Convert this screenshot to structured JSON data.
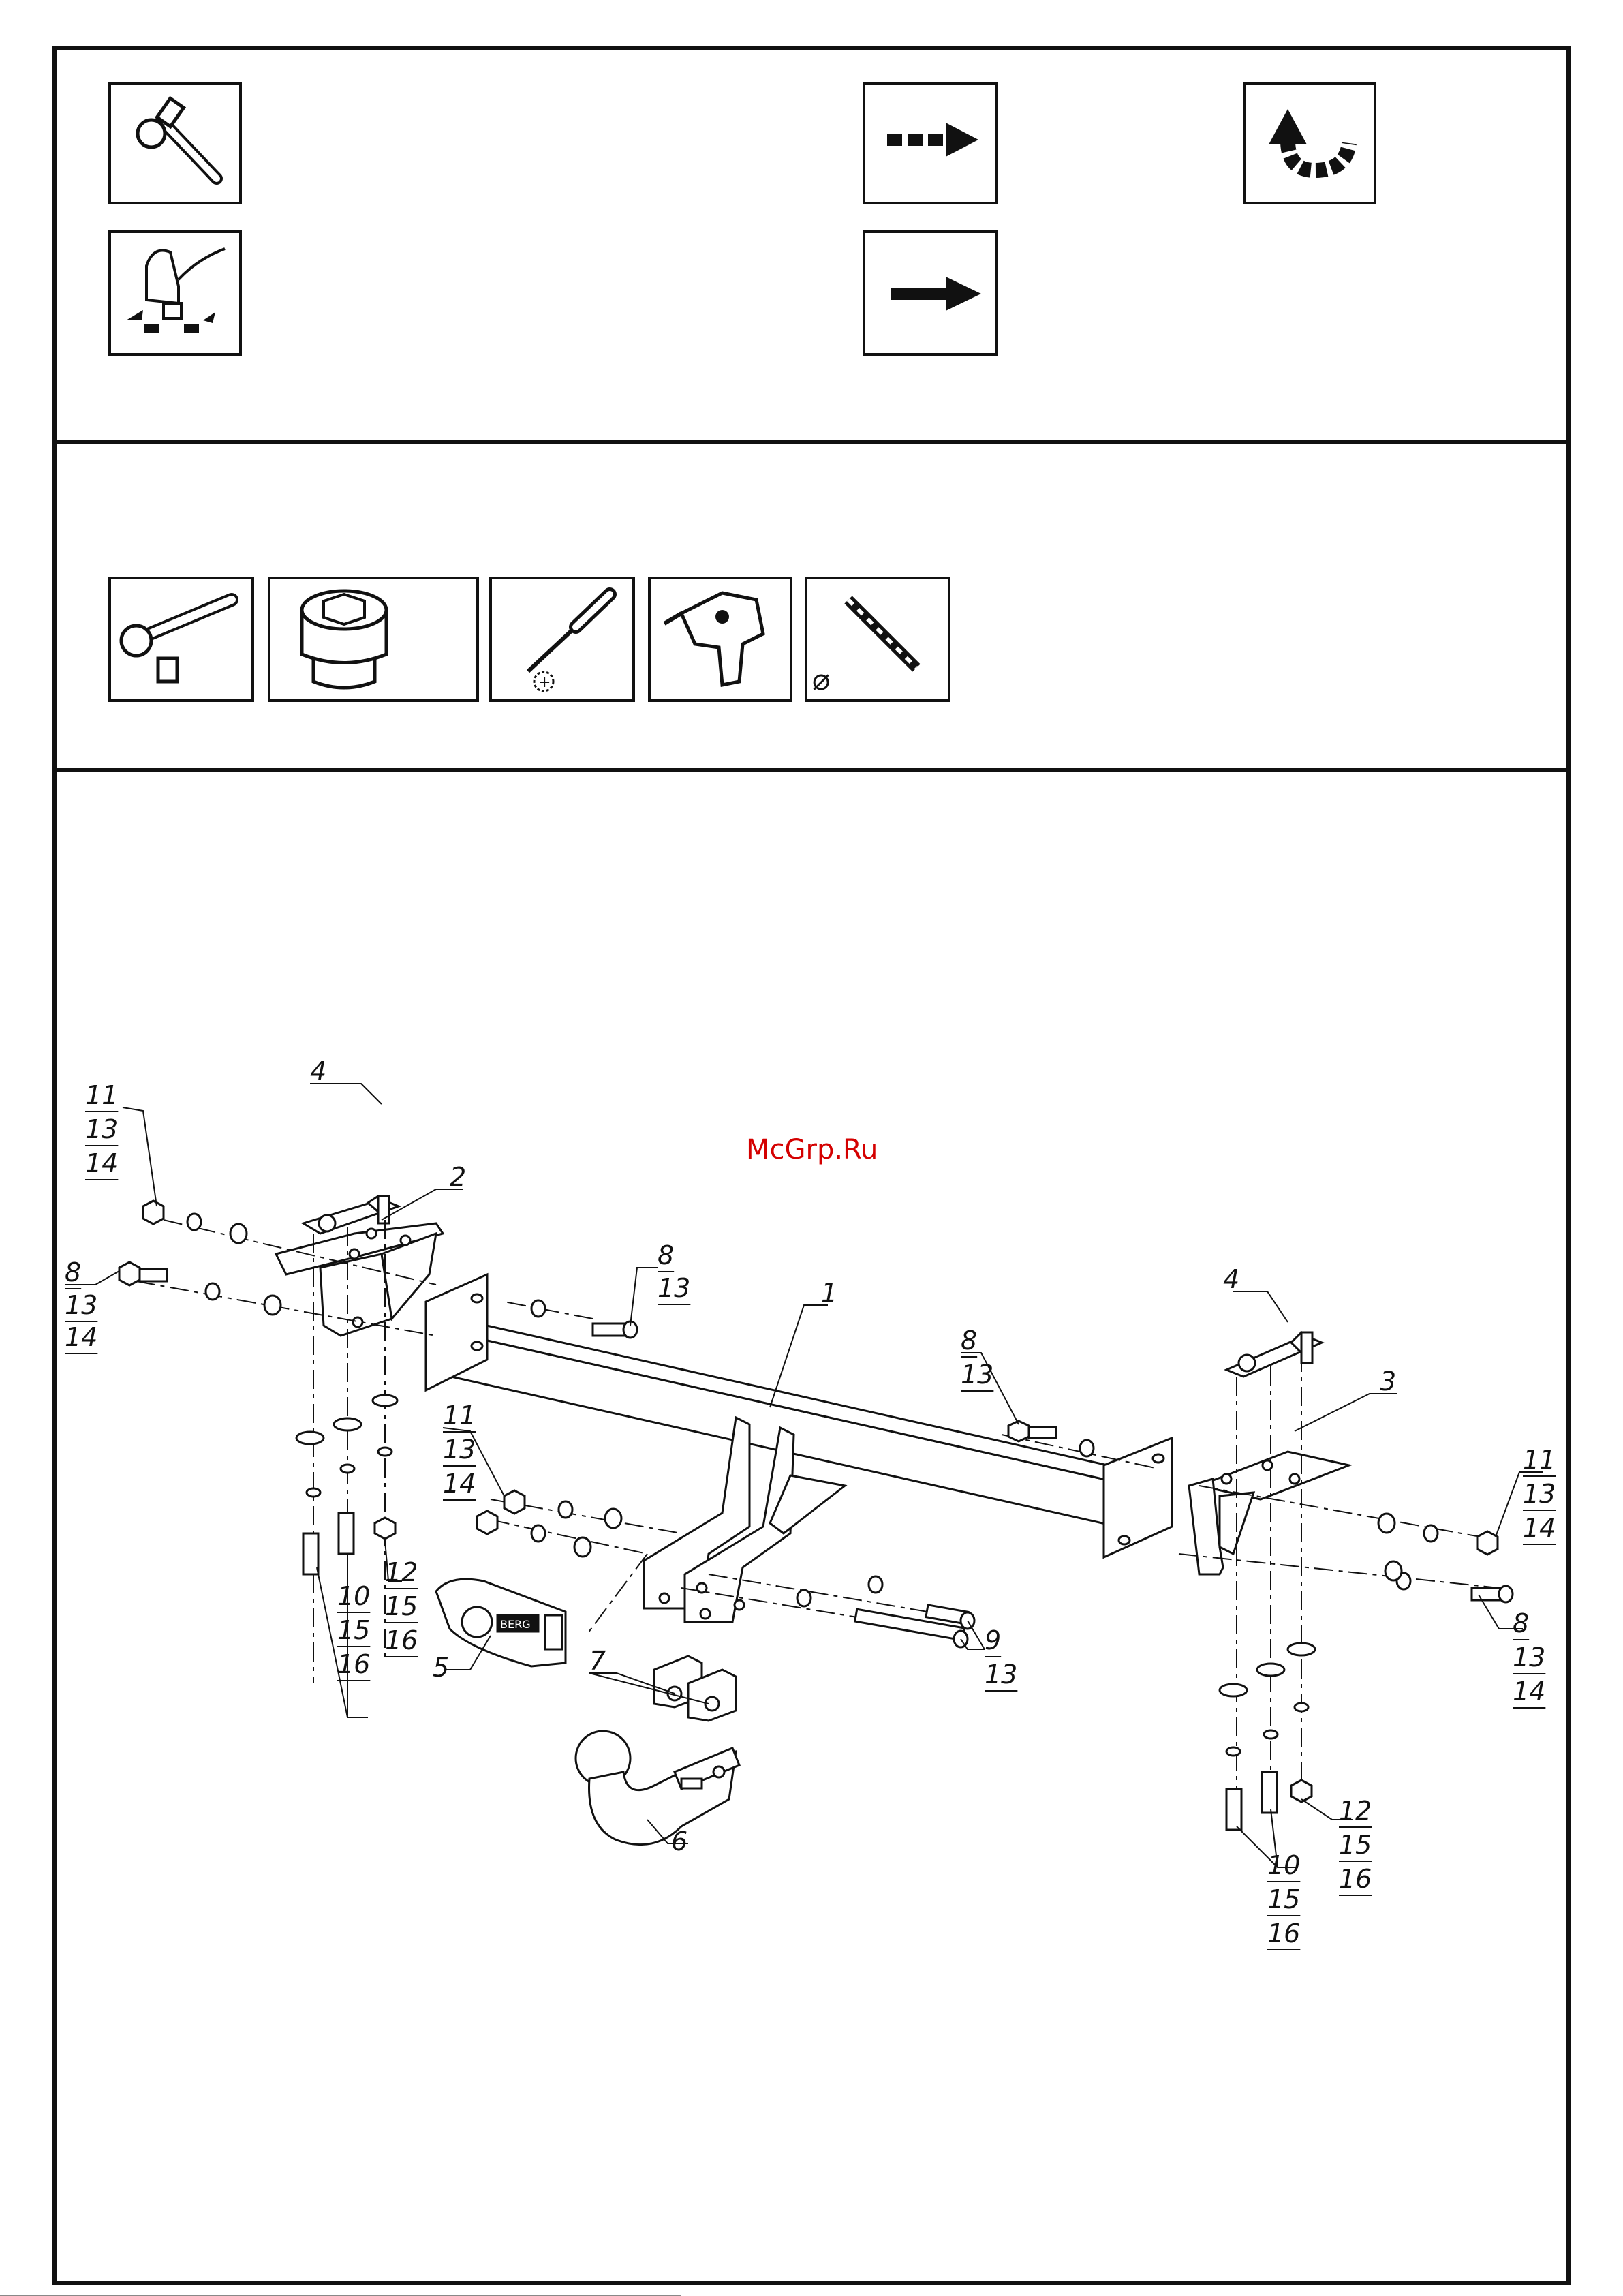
{
  "watermark": "McGrp.Ru",
  "sections": {
    "legend_icons": [
      "torque-wrench-icon",
      "dashed-arrow-icon",
      "rotate-arrow-icon",
      "hand-tighten-icon",
      "solid-arrow-icon"
    ],
    "tool_icons": [
      "ratchet-icon",
      "socket-icon",
      "screwdriver-icon",
      "drill-icon",
      "drill-bit-icon"
    ],
    "diameter_symbol": "⌀"
  },
  "callouts": {
    "c1": "1",
    "c2": "2",
    "c3": "3",
    "c4a": "4",
    "c4b": "4",
    "c5": "5",
    "c6": "6",
    "c7": "7",
    "c8a": [
      "8",
      "13",
      "14"
    ],
    "c8b": [
      "8",
      "13"
    ],
    "c8c": [
      "8",
      "13"
    ],
    "c8d": [
      "8",
      "13",
      "14"
    ],
    "c9": [
      "9",
      "13"
    ],
    "c10a": [
      "10",
      "15",
      "16"
    ],
    "c10b": [
      "10",
      "15",
      "16"
    ],
    "c11a": [
      "11",
      "13",
      "14"
    ],
    "c11b": [
      "11",
      "13",
      "14"
    ],
    "c11c": [
      "11",
      "13",
      "14"
    ],
    "c12a": [
      "12",
      "15",
      "16"
    ],
    "c12b": [
      "12",
      "15",
      "16"
    ]
  },
  "part_marking": "BERG"
}
